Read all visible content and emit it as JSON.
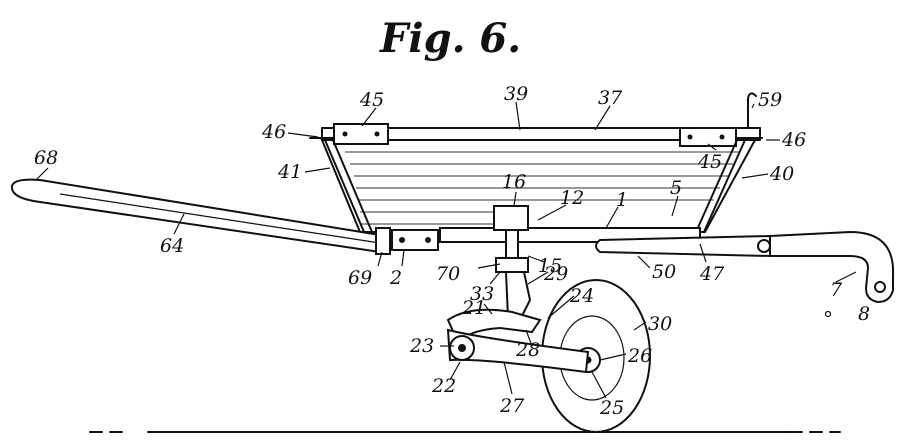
{
  "figure": {
    "title": "Fig. 6.",
    "labels": {
      "l1": "1",
      "l2": "2",
      "l5": "5",
      "l7": "7",
      "l8": "8",
      "l12": "12",
      "l15": "15",
      "l16": "16",
      "l21": "21",
      "l22": "22",
      "l23": "23",
      "l24": "24",
      "l25": "25",
      "l26": "26",
      "l27": "27",
      "l28": "28",
      "l29": "29",
      "l30": "30",
      "l33": "33",
      "l37": "37",
      "l39": "39",
      "l40": "40",
      "l41": "41",
      "l45a": "45",
      "l45b": "45",
      "l46a": "46",
      "l46b": "46",
      "l47": "47",
      "l50": "50",
      "l59": "59",
      "l64": "64",
      "l68": "68",
      "l69": "69",
      "l70": "70"
    }
  }
}
